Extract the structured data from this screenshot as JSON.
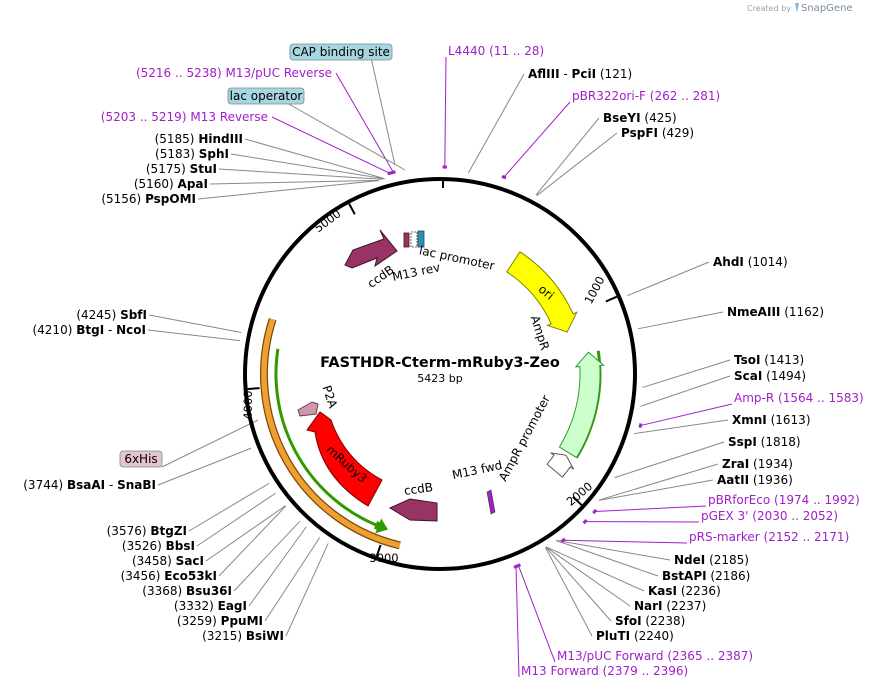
{
  "credit": {
    "prefix": "Created by",
    "brand": "SnapGene"
  },
  "plasmid": {
    "name": "FASTHDR-Cterm-mRuby3-Zeo",
    "size": "5423 bp",
    "length": 5423
  },
  "ticks": [
    {
      "pos": 1000,
      "label": "1000"
    },
    {
      "pos": 2000,
      "label": "2000"
    },
    {
      "pos": 3000,
      "label": "3000"
    },
    {
      "pos": 4000,
      "label": "4000"
    },
    {
      "pos": 5000,
      "label": "5000"
    }
  ],
  "sites": {
    "right": [
      {
        "name": "AflIII",
        "name2": "PciI",
        "coord": "(121)",
        "pos": 121
      },
      {
        "name": "BseYI",
        "coord": "(425)",
        "pos": 425
      },
      {
        "name": "PspFI",
        "coord": "(429)",
        "pos": 429
      },
      {
        "name": "AhdI",
        "coord": "(1014)",
        "pos": 1014
      },
      {
        "name": "NmeAIII",
        "coord": "(1162)",
        "pos": 1162
      },
      {
        "name": "TsoI",
        "coord": "(1413)",
        "pos": 1413
      },
      {
        "name": "ScaI",
        "coord": "(1494)",
        "pos": 1494
      },
      {
        "name": "XmnI",
        "coord": "(1613)",
        "pos": 1613
      },
      {
        "name": "SspI",
        "coord": "(1818)",
        "pos": 1818
      },
      {
        "name": "ZraI",
        "coord": "(1934)",
        "pos": 1934
      },
      {
        "name": "AatII",
        "coord": "(1936)",
        "pos": 1936
      },
      {
        "name": "NdeI",
        "coord": "(2185)",
        "pos": 2185
      },
      {
        "name": "BstAPI",
        "coord": "(2186)",
        "pos": 2186
      },
      {
        "name": "KasI",
        "coord": "(2236)",
        "pos": 2236
      },
      {
        "name": "NarI",
        "coord": "(2237)",
        "pos": 2237
      },
      {
        "name": "SfoI",
        "coord": "(2238)",
        "pos": 2238
      },
      {
        "name": "PluTI",
        "coord": "(2240)",
        "pos": 2240
      }
    ],
    "left": [
      {
        "name": "HindIII",
        "coord": "(5185)",
        "pos": 5185
      },
      {
        "name": "SphI",
        "coord": "(5183)",
        "pos": 5183
      },
      {
        "name": "StuI",
        "coord": "(5175)",
        "pos": 5175
      },
      {
        "name": "ApaI",
        "coord": "(5160)",
        "pos": 5160
      },
      {
        "name": "PspOMI",
        "coord": "(5156)",
        "pos": 5156
      },
      {
        "name": "SbfI",
        "coord": "(4245)",
        "pos": 4245
      },
      {
        "name": "BtgI",
        "name2": "NcoI",
        "coord": "(4210)",
        "pos": 4210
      },
      {
        "name": "BsaAI",
        "name2": "SnaBI",
        "coord": "(3744)",
        "pos": 3744
      },
      {
        "name": "BtgZI",
        "coord": "(3576)",
        "pos": 3576
      },
      {
        "name": "BbsI",
        "coord": "(3526)",
        "pos": 3526
      },
      {
        "name": "SacI",
        "coord": "(3458)",
        "pos": 3458
      },
      {
        "name": "Eco53kI",
        "coord": "(3456)",
        "pos": 3456
      },
      {
        "name": "Bsu36I",
        "coord": "(3368)",
        "pos": 3368
      },
      {
        "name": "EagI",
        "coord": "(3332)",
        "pos": 3332
      },
      {
        "name": "PpuMI",
        "coord": "(3259)",
        "pos": 3259
      },
      {
        "name": "BsiWI",
        "coord": "(3215)",
        "pos": 3215
      }
    ]
  },
  "primers": {
    "right": [
      {
        "name": "L4440",
        "coord": "(11 .. 28)",
        "pos": 20
      },
      {
        "name": "pBR322ori-F",
        "coord": "(262 .. 281)",
        "pos": 271
      },
      {
        "name": "Amp-R",
        "coord": "(1564 .. 1583)",
        "pos": 1573
      },
      {
        "name": "pBRforEco",
        "coord": "(1974 .. 1992)",
        "pos": 1983
      },
      {
        "name": "pGEX 3'",
        "coord": "(2030 .. 2052)",
        "pos": 2041
      },
      {
        "name": "pRS-marker",
        "coord": "(2152 .. 2171)",
        "pos": 2161
      },
      {
        "name": "M13/pUC Forward",
        "coord": "(2365 .. 2387)",
        "pos": 2376
      },
      {
        "name": "M13 Forward",
        "coord": "(2379 .. 2396)",
        "pos": 2387
      }
    ],
    "left": [
      {
        "name": "M13/pUC Reverse",
        "coord": "(5216 .. 5238)",
        "pos": 5227
      },
      {
        "name": "M13 Reverse",
        "coord": "(5203 .. 5219)",
        "pos": 5211
      }
    ]
  },
  "boxes": [
    {
      "name": "CAP binding site",
      "color": "#a7d6e0",
      "pos": 5260
    },
    {
      "name": "lac operator",
      "color": "#a7d6e0",
      "pos": 5212
    },
    {
      "name": "6xHis",
      "color": "#e6c3cf",
      "pos": 3780
    }
  ],
  "features": {
    "ori": {
      "label": "ori",
      "color": "#ffff00",
      "start": 500,
      "end": 1080
    },
    "ampr": {
      "label": "AmpR",
      "color": "#ccffcc",
      "start": 1230,
      "end": 1830
    },
    "ampr_promoter": {
      "label": "AmpR promoter",
      "color": "#ffffff"
    },
    "ccdb_top": {
      "label": "ccdB",
      "color": "#993366"
    },
    "ccdb_bottom": {
      "label": "ccdB",
      "color": "#993366"
    },
    "mruby3": {
      "label": "mRuby3",
      "color": "#ff0000"
    },
    "p2a": {
      "label": "P2A",
      "color": "#cc99aa"
    },
    "lac_promoter": {
      "label": "lac promoter"
    },
    "m13_rev": {
      "label": "M13 rev"
    },
    "m13_fwd": {
      "label": "M13 fwd"
    },
    "orange_band": {
      "color": "#f0a030"
    },
    "green_band": {
      "color": "#339900"
    },
    "primer_color": "#a020c8"
  }
}
